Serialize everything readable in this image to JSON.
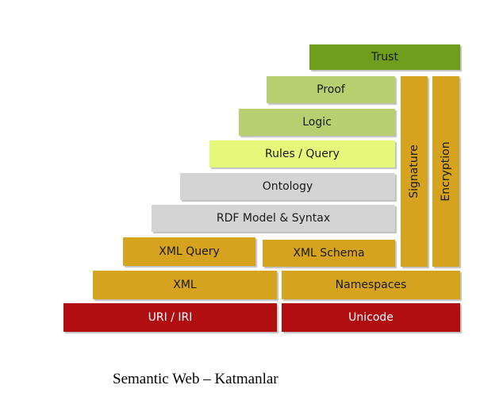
{
  "colors": {
    "trust": "#6e9e1b",
    "proof_logic": "#b7cf6f",
    "rules": "#e6f87a",
    "gray": "#d4d4d4",
    "gold": "#d6a31f",
    "red": "#b00e10"
  },
  "layers": {
    "trust": "Trust",
    "proof": "Proof",
    "logic": "Logic",
    "rules_query": "Rules / Query",
    "ontology": "Ontology",
    "rdf": "RDF Model & Syntax",
    "xml_query": "XML Query",
    "xml_schema": "XML Schema",
    "xml": "XML",
    "namespaces": "Namespaces",
    "uri": "URI / IRI",
    "unicode": "Unicode",
    "signature": "Signature",
    "encryption": "Encryption"
  },
  "caption": "Semantic Web – Katmanlar"
}
